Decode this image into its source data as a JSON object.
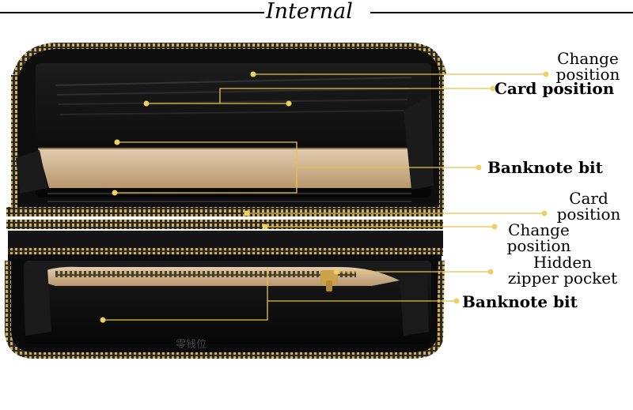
{
  "title": "Internal",
  "labels": {
    "change_position_1": [
      "Change",
      "position"
    ],
    "card_position_1": "Card position",
    "banknote_bit_1": "Banknote bit",
    "card_position_2": [
      "Card",
      "position"
    ],
    "change_position_2": [
      "Change",
      "position"
    ],
    "hidden_zipper_pocket": [
      "Hidden",
      "zipper pocket"
    ],
    "banknote_bit_2": "Banknote bit"
  },
  "watermark_caption": "零钱位",
  "colors": {
    "leader_line": "#e6c24a",
    "zipper_gold": "#c9a24a",
    "lining": "#111111",
    "tan_pocket": "#cdb08a",
    "background": "#ffffff"
  }
}
